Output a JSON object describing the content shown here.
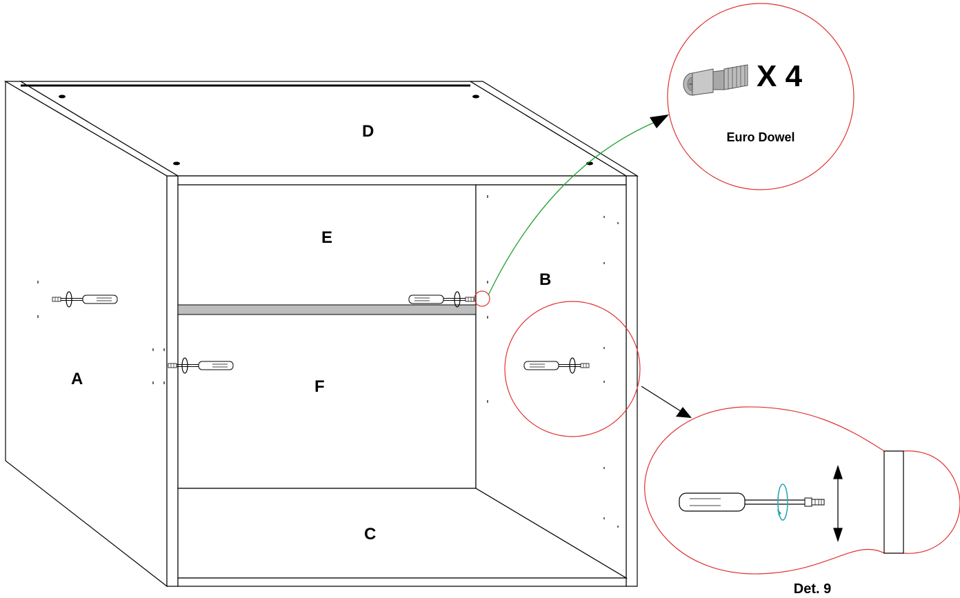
{
  "panels": {
    "A": "A",
    "B": "B",
    "C": "C",
    "D": "D",
    "E": "E",
    "F": "F"
  },
  "hardware_callout": {
    "quantity": "X 4",
    "part_name": "Euro Dowel"
  },
  "detail_callout": {
    "label": "Det. 9"
  },
  "colors": {
    "line": "#000000",
    "callout_circle": "#e03030",
    "leader_green": "#20a030",
    "shelf_fill": "#bdbdbd",
    "rotation_arrow": "#2aa8b8"
  }
}
